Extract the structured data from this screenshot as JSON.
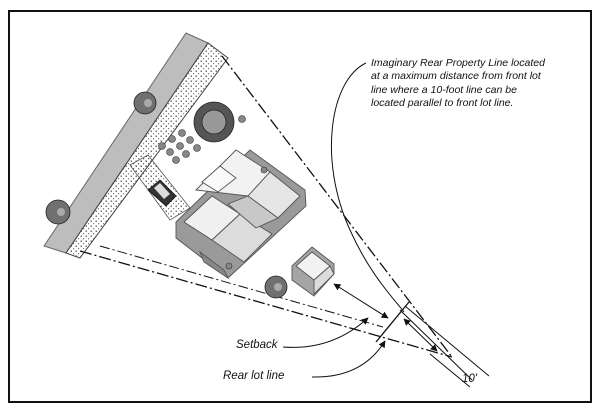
{
  "annotation": {
    "note": "Imaginary Rear Property Line located at a maximum distance from front lot line where a 10-foot line can be located parallel to front lot line."
  },
  "labels": {
    "setback": "Setback",
    "rear_lot_line": "Rear lot line",
    "dimension": "10'"
  },
  "colors": {
    "line": "#111111",
    "roof_light": "#f4f4f4",
    "roof_shadow": "#9a9a9a",
    "road": "#b8b8b8",
    "tree": "#6e6e6e"
  }
}
